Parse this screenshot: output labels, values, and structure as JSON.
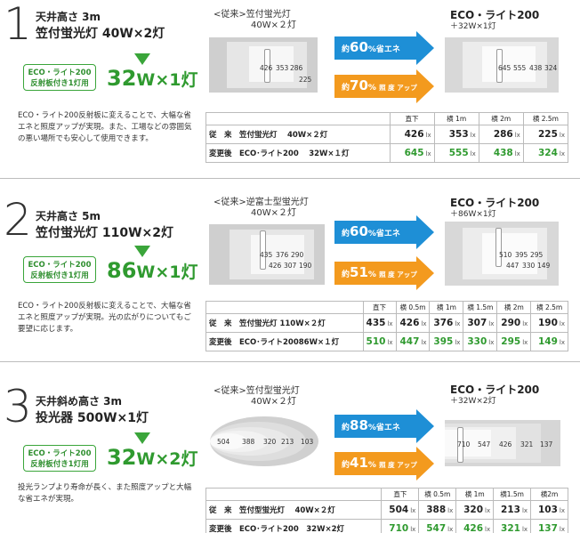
{
  "cases": [
    {
      "number": "1",
      "height": "天井高さ 3m",
      "fixture": "笠付蛍光灯 40W×2灯",
      "badge": [
        "ECO・ライト200",
        "反射板付き1灯用"
      ],
      "watt_num": "32",
      "watt_unit": "W×1灯",
      "desc": "ECO・ライト200反射板に変えることで、大幅な省エネと照度アップが実現。また、工場などの雰囲気の悪い場所でも安心して使用できます。",
      "conv_title": "<従来>笠付蛍光灯",
      "conv_sub": "40W×２灯",
      "new_title": "ECO・ライト200",
      "new_sub": "＋32W×1灯",
      "conv_levels": [
        "426",
        "353",
        "286",
        "225"
      ],
      "new_levels": [
        "645",
        "555",
        "438",
        "324"
      ],
      "save_pct": "60",
      "save_label": "約{p}%省エネ",
      "save_prefix": "約",
      "save_suffix": "%省エネ",
      "up_prefix": "約",
      "up_pct": "70",
      "up_suffix": "%",
      "up_label": "照 度 アップ",
      "headers": [
        "直下",
        "横 1m",
        "横 2m",
        "横 2.5m"
      ],
      "row_old_label": "従　来　笠付蛍光灯　 40W×２灯",
      "row_new_label": "変更後　ECO･ライト200　 32W×１灯",
      "old_values": [
        "426",
        "353",
        "286",
        "225"
      ],
      "new_values": [
        "645",
        "555",
        "438",
        "324"
      ],
      "unit": "lx"
    },
    {
      "number": "2",
      "height": "天井高さ 5m",
      "fixture": "笠付蛍光灯 110W×2灯",
      "badge": [
        "ECO・ライト200",
        "反射板付き1灯用"
      ],
      "watt_num": "86",
      "watt_unit": "W×1灯",
      "desc": "ECO・ライト200反射板に変えることで、大幅な省エネと照度アップが実現。光の広がりについてもご要望に応じます。",
      "conv_title": "<従来>逆富士型蛍光灯",
      "conv_sub": "40W×２灯",
      "new_title": "ECO・ライト200",
      "new_sub": "＋86W×1灯",
      "conv_levels": [
        "435",
        "376",
        "290",
        "426",
        "307",
        "190"
      ],
      "new_levels": [
        "510",
        "395",
        "295",
        "447",
        "330",
        "149"
      ],
      "save_prefix": "約",
      "save_pct": "60",
      "save_suffix": "%省エネ",
      "up_prefix": "約",
      "up_pct": "51",
      "up_suffix": "%",
      "up_label": "照 度 アップ",
      "headers": [
        "直下",
        "横 0.5m",
        "横 1m",
        "横 1.5m",
        "横 2m",
        "横 2.5m"
      ],
      "row_old_label": "従　来　笠付蛍光灯 110W×２灯",
      "row_new_label": "変更後　ECO･ライト20086W×１灯",
      "old_values": [
        "435",
        "426",
        "376",
        "307",
        "290",
        "190"
      ],
      "new_values": [
        "510",
        "447",
        "395",
        "330",
        "295",
        "149"
      ],
      "unit": "lx"
    },
    {
      "number": "3",
      "height": "天井斜め高さ 3m",
      "fixture": "投光器 500W×1灯",
      "badge": [
        "ECO・ライト200",
        "反射板付き1灯用"
      ],
      "watt_num": "32",
      "watt_unit": "W×2灯",
      "desc": "投光ランプより寿命が長く、また照度アップと大幅な省エネが実現。",
      "conv_title": "<従来>笠付型蛍光灯",
      "conv_sub": "40W×２灯",
      "new_title": "ECO・ライト200",
      "new_sub": "＋32W×2灯",
      "conv_levels": [
        "504",
        "388",
        "320",
        "213",
        "103"
      ],
      "new_levels": [
        "710",
        "547",
        "426",
        "321",
        "137"
      ],
      "save_prefix": "約",
      "save_pct": "88",
      "save_suffix": "%省エネ",
      "up_prefix": "約",
      "up_pct": "41",
      "up_suffix": "%",
      "up_label": "照 度 アップ",
      "headers": [
        "直下",
        "横 0.5m",
        "横 1m",
        "横1.5m",
        "横2m"
      ],
      "row_old_label": "従　来　笠付型蛍光灯　 40W×２灯",
      "row_new_label": "変更後　ECO･ライト200　32W×2灯",
      "old_values": [
        "504",
        "388",
        "320",
        "213",
        "103"
      ],
      "new_values": [
        "710",
        "547",
        "426",
        "321",
        "137"
      ],
      "unit": "lx"
    }
  ],
  "colors": {
    "save_arrow": "#1e8fd6",
    "up_arrow": "#f39a1e",
    "green": "#2f9a2f"
  }
}
